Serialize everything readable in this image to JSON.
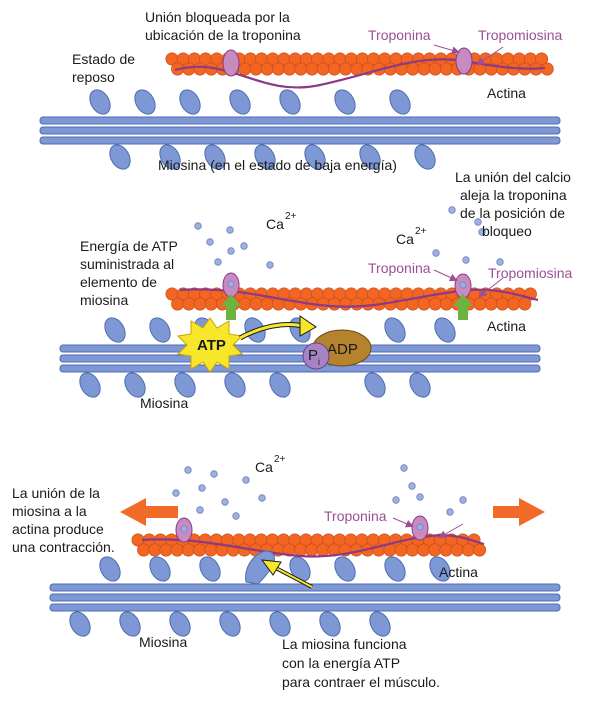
{
  "colors": {
    "actin": "#f26522",
    "actin_edge": "#c94a12",
    "myosin": "#7d98d4",
    "myosin_edge": "#4e6bb0",
    "tropomyosin": "#8b3a87",
    "troponin": "#c78bc2",
    "calcium": "#9db0df",
    "label_purple": "#9b4f96",
    "green_arrow": "#6db33f",
    "atp_burst": "#f7e62a",
    "adp": "#b5822e",
    "pi": "#a783c4",
    "big_arrow": "#f26a2a"
  },
  "panel1": {
    "title_line1": "Unión bloqueada por la",
    "title_line2": "ubicación de la troponina",
    "state_line1": "Estado de",
    "state_line2": "reposo",
    "troponin_label": "Troponina",
    "tropomyosin_label": "Tropomiosina",
    "actin_label": "Actina",
    "myosin_label": "Miosina (en el estado de baja energía)"
  },
  "panel2": {
    "atp_line1": "Energía de ATP",
    "atp_line2": "suministrada al",
    "atp_line3": "elemento de",
    "atp_line4": "miosina",
    "calcium_line1": "La unión del calcio",
    "calcium_line2": "aleja la troponina",
    "calcium_line3": "de la posición de",
    "calcium_line4": "bloqueo",
    "ca_base": "Ca",
    "ca_charge": "2+",
    "troponin_label": "Troponina",
    "tropomyosin_label": "Tropomiosina",
    "actin_label": "Actina",
    "myosin_label": "Miosina",
    "atp": "ATP",
    "adp": "ADP",
    "pi_base": "P",
    "pi_sub": "i"
  },
  "panel3": {
    "contraction_line1": "La unión de la",
    "contraction_line2": "miosina a la",
    "contraction_line3": "actina produce",
    "contraction_line4": "una contracción.",
    "ca_base": "Ca",
    "ca_charge": "2+",
    "troponin_label": "Troponina",
    "actin_label": "Actina",
    "myosin_label": "Miosina",
    "function_line1": "La miosina funciona",
    "function_line2": "con la energía ATP",
    "function_line3": "para contraer el músculo."
  }
}
